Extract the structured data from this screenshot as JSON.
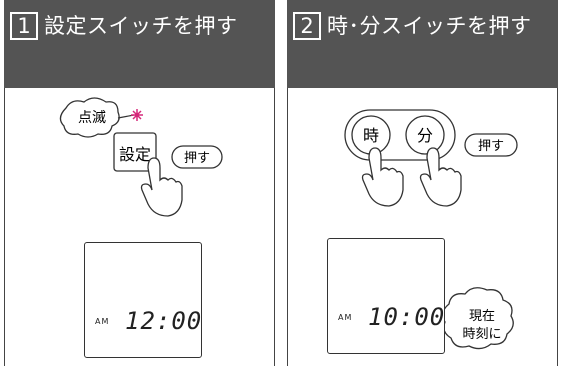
{
  "steps": [
    {
      "number": "1",
      "title": "設定スイッチを押す",
      "blink_label": "点滅",
      "button_label": "設定",
      "press_label": "押す",
      "display": {
        "ampm": "AM",
        "time": "12:00"
      }
    },
    {
      "number": "2",
      "title": "時･分スイッチを押す",
      "hour_button_label": "時",
      "minute_button_label": "分",
      "press_label": "押す",
      "display": {
        "ampm": "AM",
        "time": "10:00"
      },
      "callout_line1": "現在",
      "callout_line2": "時刻に"
    }
  ],
  "colors": {
    "header_bg": "#545454",
    "blink_star": "#d6287a"
  },
  "icons": [
    "hand-pointer-icon",
    "blink-star-icon"
  ]
}
